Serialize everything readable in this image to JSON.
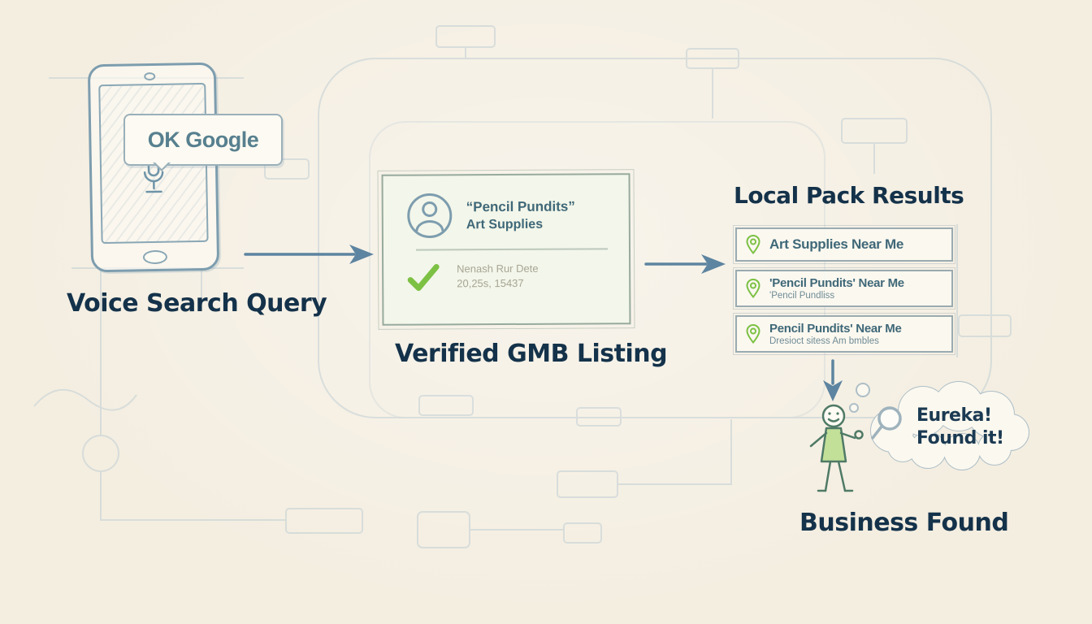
{
  "colors": {
    "background": "#f4eee1",
    "ink_navy": "#14324a",
    "sketch_blue": "#7d9dae",
    "arrow_blue": "#5d84a0",
    "green": "#7cc143",
    "card_fill": "#f3f6ea",
    "muted_text": "#a8a694",
    "teal_text": "#57808f"
  },
  "voice_search": {
    "bubble_text": "OK Google",
    "label": "Voice Search Query"
  },
  "gmb_listing": {
    "business_name": "“Pencil Pundits”",
    "business_type": "Art Supplies",
    "detail_line1": "Nenash Rur Dete",
    "detail_line2": "20,25s, 15437",
    "label": "Verified GMB Listing"
  },
  "local_pack": {
    "title": "Local Pack Results",
    "results": [
      {
        "line1": "Art Supplies Near Me",
        "line2": ""
      },
      {
        "line1": "'Pencil Pundits' Near Me",
        "line2": "'Pencil Pundliss"
      },
      {
        "line1": "Pencil Pundits' Near Me",
        "line2": "Dresioct sitess Am bmbles"
      }
    ]
  },
  "outcome": {
    "thought_line1": "Eureka!",
    "thought_line2": "Found it!",
    "label": "Business Found"
  }
}
